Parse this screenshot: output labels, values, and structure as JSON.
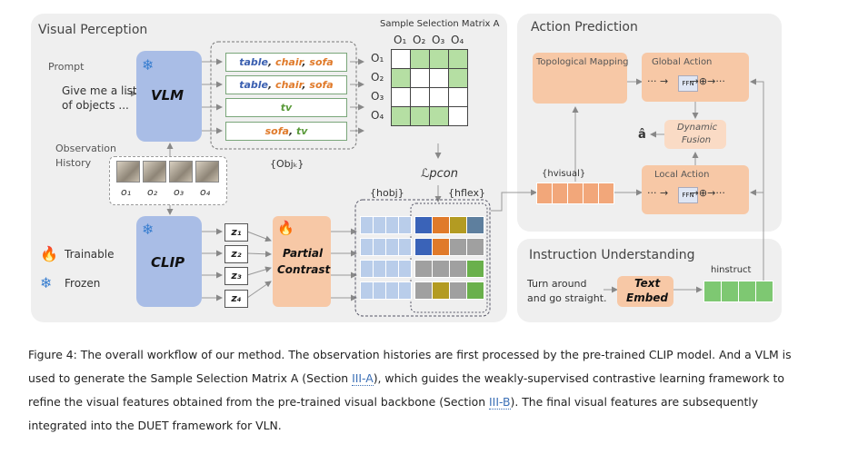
{
  "panels": {
    "visual_perception": "Visual Perception",
    "action_prediction": "Action Prediction",
    "instruction_understanding": "Instruction Understanding"
  },
  "prompt": {
    "label": "Prompt",
    "text_line1": "Give me a list",
    "text_line2": "of objects ..."
  },
  "observation": {
    "label_line1": "Observation",
    "label_line2": "History",
    "o_labels": [
      "o₁",
      "o₂",
      "o₃",
      "o₄"
    ]
  },
  "vlm_label": "VLM",
  "clip_label": "CLIP",
  "object_lists": [
    {
      "parts": [
        {
          "t": "table",
          "c": "#3a5fb0"
        },
        {
          "t": ", ",
          "c": "#333"
        },
        {
          "t": "chair",
          "c": "#e07a2a"
        },
        {
          "t": ", ",
          "c": "#333"
        },
        {
          "t": "sofa",
          "c": "#e07a2a"
        }
      ]
    },
    {
      "parts": [
        {
          "t": "table",
          "c": "#3a5fb0"
        },
        {
          "t": ", ",
          "c": "#333"
        },
        {
          "t": "chair",
          "c": "#e07a2a"
        },
        {
          "t": ", ",
          "c": "#333"
        },
        {
          "t": "sofa",
          "c": "#e07a2a"
        }
      ]
    },
    {
      "parts": [
        {
          "t": "tv",
          "c": "#5a9a3a"
        }
      ]
    },
    {
      "parts": [
        {
          "t": "sofa",
          "c": "#e07a2a"
        },
        {
          "t": ", ",
          "c": "#333"
        },
        {
          "t": "tv",
          "c": "#5a9a3a"
        }
      ]
    }
  ],
  "obj_set_label": "{Objₖ}",
  "matrix": {
    "title": "Sample Selection Matrix A",
    "col_labels": [
      "O₁",
      "O₂",
      "O₃",
      "O₄"
    ],
    "row_labels": [
      "O₁",
      "O₂",
      "O₃",
      "O₄"
    ],
    "cells": [
      [
        0,
        1,
        1,
        1
      ],
      [
        1,
        0,
        0,
        1
      ],
      [
        0,
        0,
        0,
        0
      ],
      [
        1,
        1,
        1,
        0
      ]
    ]
  },
  "loss_label": "ℒpcon",
  "h_obj": "{hobj}",
  "h_flex": "{hflex}",
  "z_labels": [
    "z₁",
    "z₂",
    "z₃",
    "z₄"
  ],
  "partial_contrast": {
    "line1": "Partial",
    "line2": "Contrast"
  },
  "legend": {
    "trainable": "Trainable",
    "frozen": "Frozen"
  },
  "action": {
    "topological": "Topological Mapping",
    "global": "Global Action",
    "local": "Local Action",
    "dynamic_line1": "Dynamic",
    "dynamic_line2": "Fusion",
    "ffn": "FFN",
    "a_hat": "â",
    "h_visual": "{hvisual}"
  },
  "instruction": {
    "text_line1": "Turn around",
    "text_line2": "and go straight.",
    "embed_line1": "Text",
    "embed_line2": "Embed",
    "h_instruct": "hinstruct"
  },
  "caption": {
    "p1": "Figure 4: The overall workflow of our method. The observation histories are first processed by the pre-trained CLIP model. And a VLM is used to generate the Sample Selection Matrix A (Section ",
    "ref1": "III-A",
    "p2": "), which guides the weakly-supervised contrastive learning framework to refine the visual features obtained from the pre-trained visual backbone (Section ",
    "ref2": "III-B",
    "p3": "). The final visual features are subsequently integrated into the DUET framework for VLN."
  }
}
